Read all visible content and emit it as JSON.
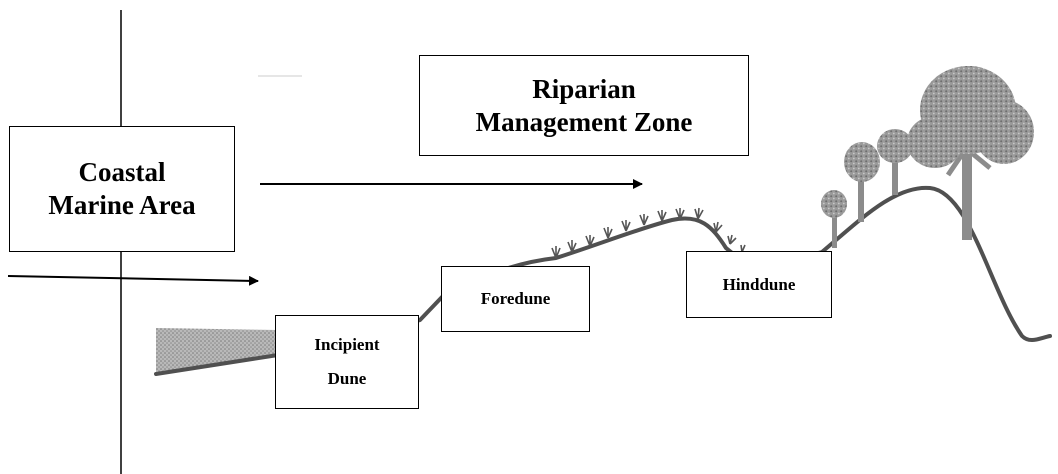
{
  "labels": {
    "riparian_management_zone": [
      "Riparian",
      "Management Zone"
    ],
    "coastal_marine_area": [
      "Coastal",
      "Marine Area"
    ],
    "foredune": "Foredune",
    "hinddune": "Hinddune",
    "incipient_dune": [
      "Incipient",
      "Dune"
    ]
  },
  "colors": {
    "ink": "#000000",
    "profile": "#505050",
    "vegetation": "#8c8c8c",
    "beach_wedge": "#b4b4b4"
  }
}
